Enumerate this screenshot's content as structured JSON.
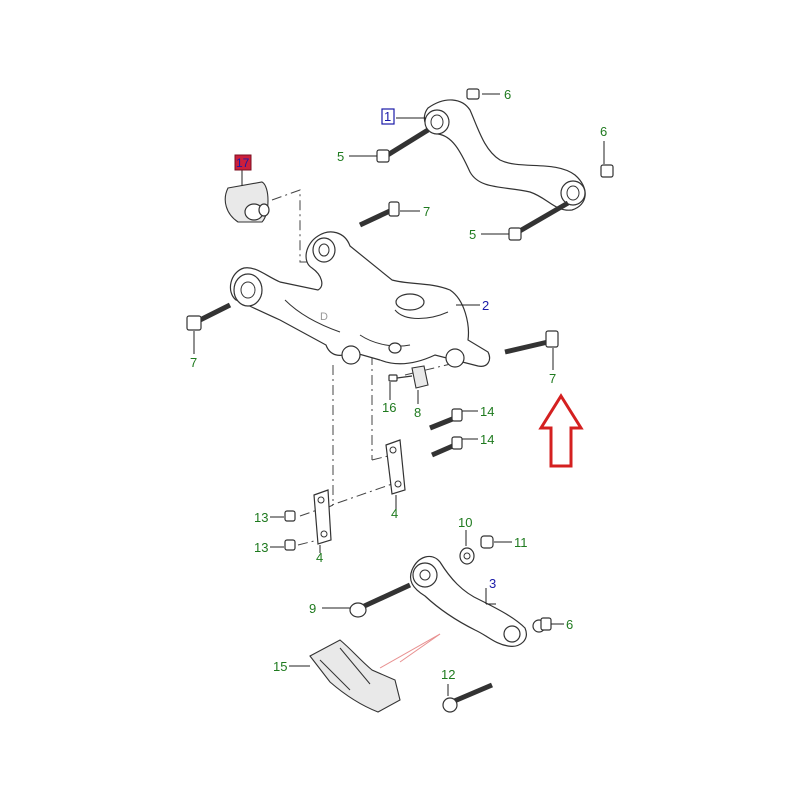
{
  "diagram": {
    "callouts": [
      {
        "id": "c1",
        "text": "1",
        "style": "boxed-blue"
      },
      {
        "id": "c2",
        "text": "2",
        "style": "blue"
      },
      {
        "id": "c3",
        "text": "3",
        "style": "blue"
      },
      {
        "id": "c4a",
        "text": "4",
        "style": "green"
      },
      {
        "id": "c4b",
        "text": "4",
        "style": "green"
      },
      {
        "id": "c5a",
        "text": "5",
        "style": "green"
      },
      {
        "id": "c5b",
        "text": "5",
        "style": "green"
      },
      {
        "id": "c6a",
        "text": "6",
        "style": "green"
      },
      {
        "id": "c6b",
        "text": "6",
        "style": "green"
      },
      {
        "id": "c6c",
        "text": "6",
        "style": "green"
      },
      {
        "id": "c7a",
        "text": "7",
        "style": "green"
      },
      {
        "id": "c7b",
        "text": "7",
        "style": "green"
      },
      {
        "id": "c7c",
        "text": "7",
        "style": "green"
      },
      {
        "id": "c8",
        "text": "8",
        "style": "green"
      },
      {
        "id": "c9",
        "text": "9",
        "style": "green"
      },
      {
        "id": "c10",
        "text": "10",
        "style": "green"
      },
      {
        "id": "c11",
        "text": "11",
        "style": "green"
      },
      {
        "id": "c12",
        "text": "12",
        "style": "green"
      },
      {
        "id": "c13a",
        "text": "13",
        "style": "green"
      },
      {
        "id": "c13b",
        "text": "13",
        "style": "green"
      },
      {
        "id": "c14a",
        "text": "14",
        "style": "green"
      },
      {
        "id": "c14b",
        "text": "14",
        "style": "green"
      },
      {
        "id": "c15",
        "text": "15",
        "style": "green"
      },
      {
        "id": "c16",
        "text": "16",
        "style": "green"
      },
      {
        "id": "c17",
        "text": "17",
        "style": "boxed-red"
      }
    ],
    "watermark_text": "D",
    "colors": {
      "green_label": "#1f7a1f",
      "blue_label": "#1a1aa8",
      "red_highlight": "#d42020",
      "line": "#333333"
    },
    "highlight_arrow": {
      "direction": "up",
      "color": "#d42020"
    }
  }
}
